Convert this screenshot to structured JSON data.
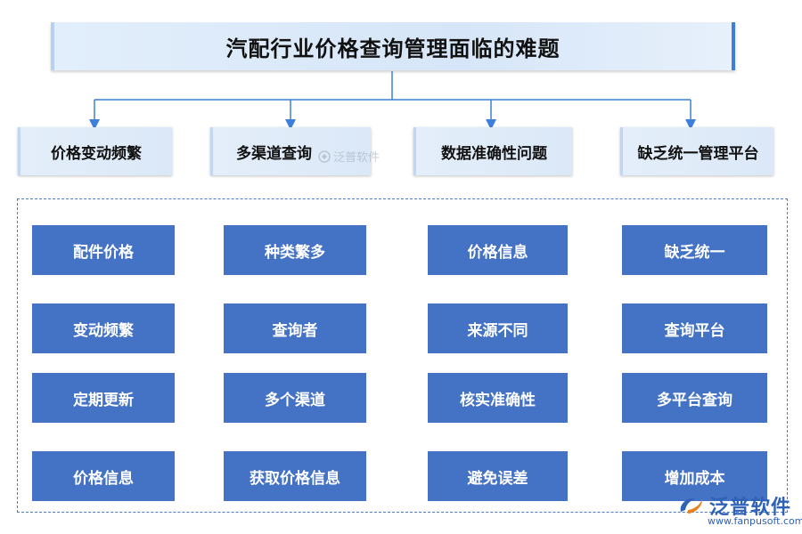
{
  "title": "汽配行业价格查询管理面临的难题",
  "categories": [
    {
      "label": "价格变动频繁"
    },
    {
      "label": "多渠道查询"
    },
    {
      "label": "数据准确性问题"
    },
    {
      "label": "缺乏统一管理平台"
    }
  ],
  "columns": [
    {
      "items": [
        "配件价格",
        "变动频繁",
        "定期更新",
        "价格信息"
      ]
    },
    {
      "items": [
        "种类繁多",
        "查询者",
        "多个渠道",
        "获取价格信息"
      ]
    },
    {
      "items": [
        "价格信息",
        "来源不同",
        "核实准确性",
        "避免误差"
      ]
    },
    {
      "items": [
        "缺乏统一",
        "查询平台",
        "多平台查询",
        "增加成本"
      ]
    }
  ],
  "watermark": {
    "center_text": "泛普软件",
    "brand": "泛普软件",
    "url": "www.fanpusoft.com"
  },
  "colors": {
    "item_bg": "#4472c4",
    "connector": "#3d7fd9",
    "brand": "#2f62b6"
  }
}
